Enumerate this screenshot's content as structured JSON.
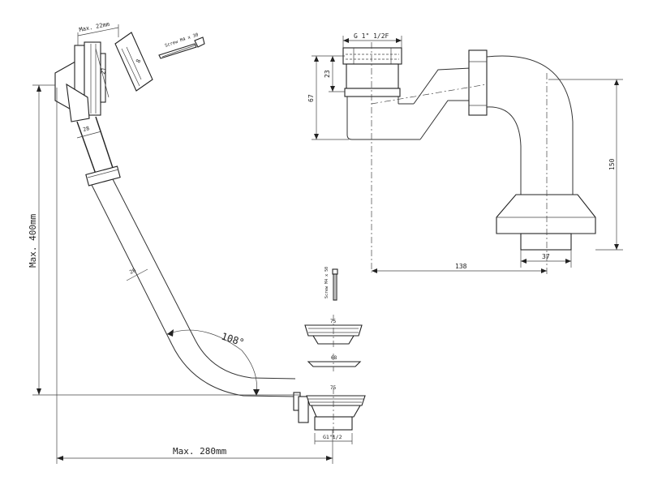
{
  "labels": {
    "max_22mm": "Max. 22mm",
    "screw_top": "Screw M4 x 30",
    "dim_21": "21",
    "dim_8": "8",
    "dim_28": "28",
    "dim_26": "26",
    "angle_108": "108°",
    "max_400mm": "Max. 400mm",
    "max_280mm": "Max. 280mm",
    "screw_bottom": "Screw M4 x 50",
    "dim_75_top": "75",
    "dim_68": "68",
    "dim_75_bottom": "75",
    "thread_g112": "G1\"1/2",
    "thread_trap": "G 1\" 1/2F",
    "dim_23": "23",
    "dim_67": "67",
    "dim_150": "150",
    "dim_138": "138",
    "dim_37": "37"
  }
}
